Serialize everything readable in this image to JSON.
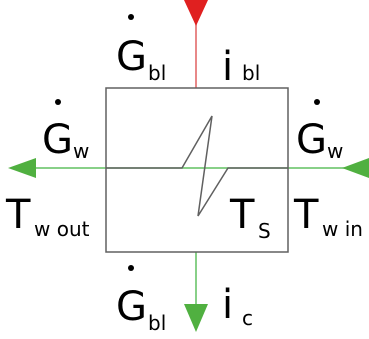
{
  "colors": {
    "outline": "#606060",
    "red_line": "#e06060",
    "red_arrow": "#e02020",
    "green_line": "#60c060",
    "green_arrow": "#50b040",
    "text": "#000000"
  },
  "labels": {
    "g_bl_in": {
      "base": "G",
      "sub": "bl"
    },
    "i_bl": {
      "base": "i",
      "sub": "bl"
    },
    "g_w_left": {
      "base": "G",
      "sub": "w"
    },
    "g_w_right": {
      "base": "G",
      "sub": "w"
    },
    "t_w_out": {
      "base": "T",
      "sub": "w out"
    },
    "t_s": {
      "base": "T",
      "sub": "S"
    },
    "t_w_in": {
      "base": "T",
      "sub": "w in"
    },
    "g_bl_out": {
      "base": "G",
      "sub": "bl"
    },
    "i_c": {
      "base": "i",
      "sub": "c"
    }
  }
}
